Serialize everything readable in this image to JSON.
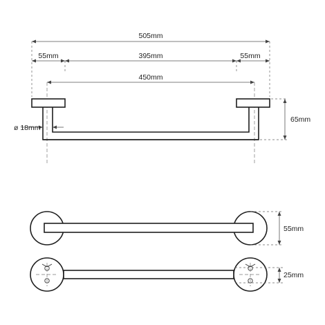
{
  "dimensions": {
    "overall_width": "505mm",
    "left_rosette": "55mm",
    "bar_span": "395mm",
    "right_rosette": "55mm",
    "center_distance": "450mm",
    "bar_diameter": "ø 18mm",
    "projection": "65mm",
    "rosette_diameter": "55mm",
    "bar_height": "25mm"
  },
  "colors": {
    "line": "#1e1e1e",
    "dimension": "#555555"
  }
}
